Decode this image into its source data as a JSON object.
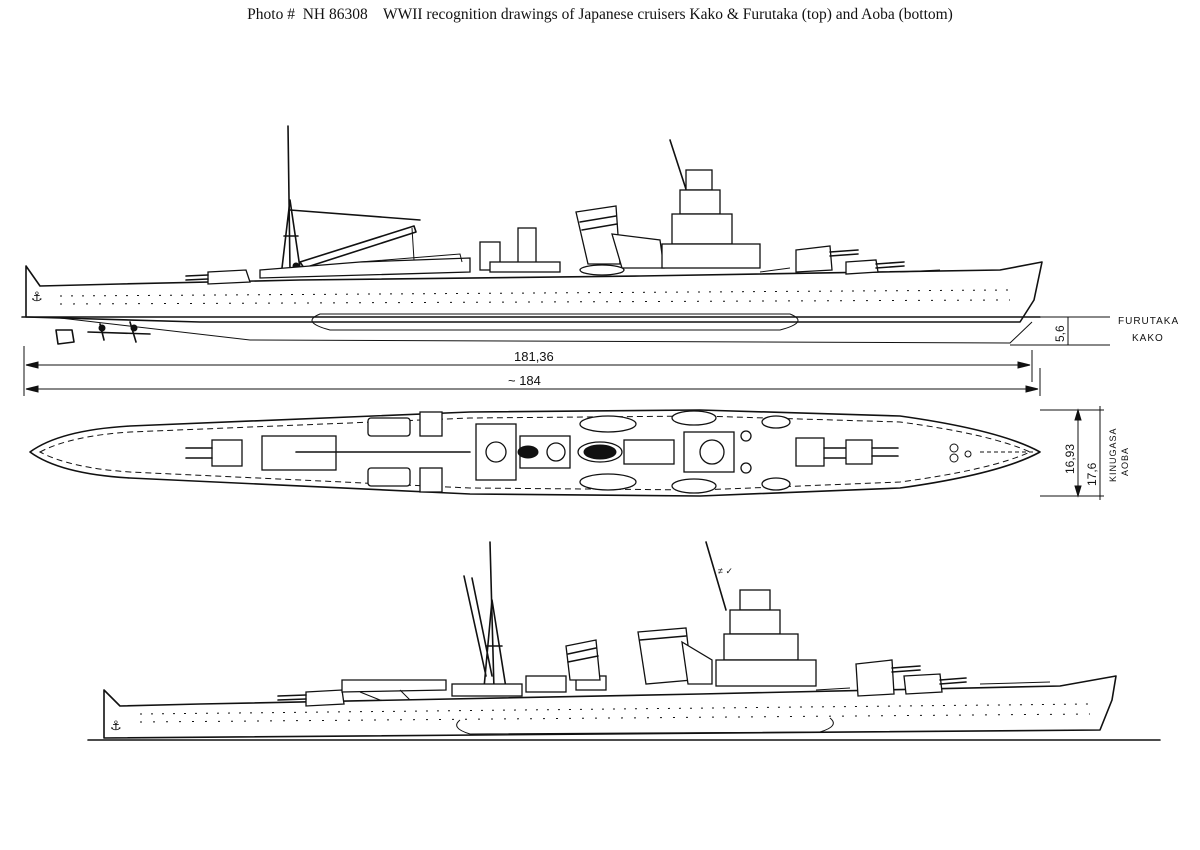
{
  "caption": {
    "photo_prefix": "Photo #",
    "photo_number": "NH 86308",
    "title": "WWII recognition drawings of Japanese cruisers Kako & Furutaka (top) and Aoba (bottom)"
  },
  "dimensions": {
    "length_waterline": "181,36",
    "length_overall": "~ 184",
    "draft": "5,6",
    "beam_furutaka": "16,93",
    "beam_aoba": "17,6"
  },
  "ship_labels": {
    "top_line1": "FURUTAKA",
    "top_line2": "KAKO",
    "side_line1": "KINUGASA",
    "side_line2": "AOBA"
  }
}
